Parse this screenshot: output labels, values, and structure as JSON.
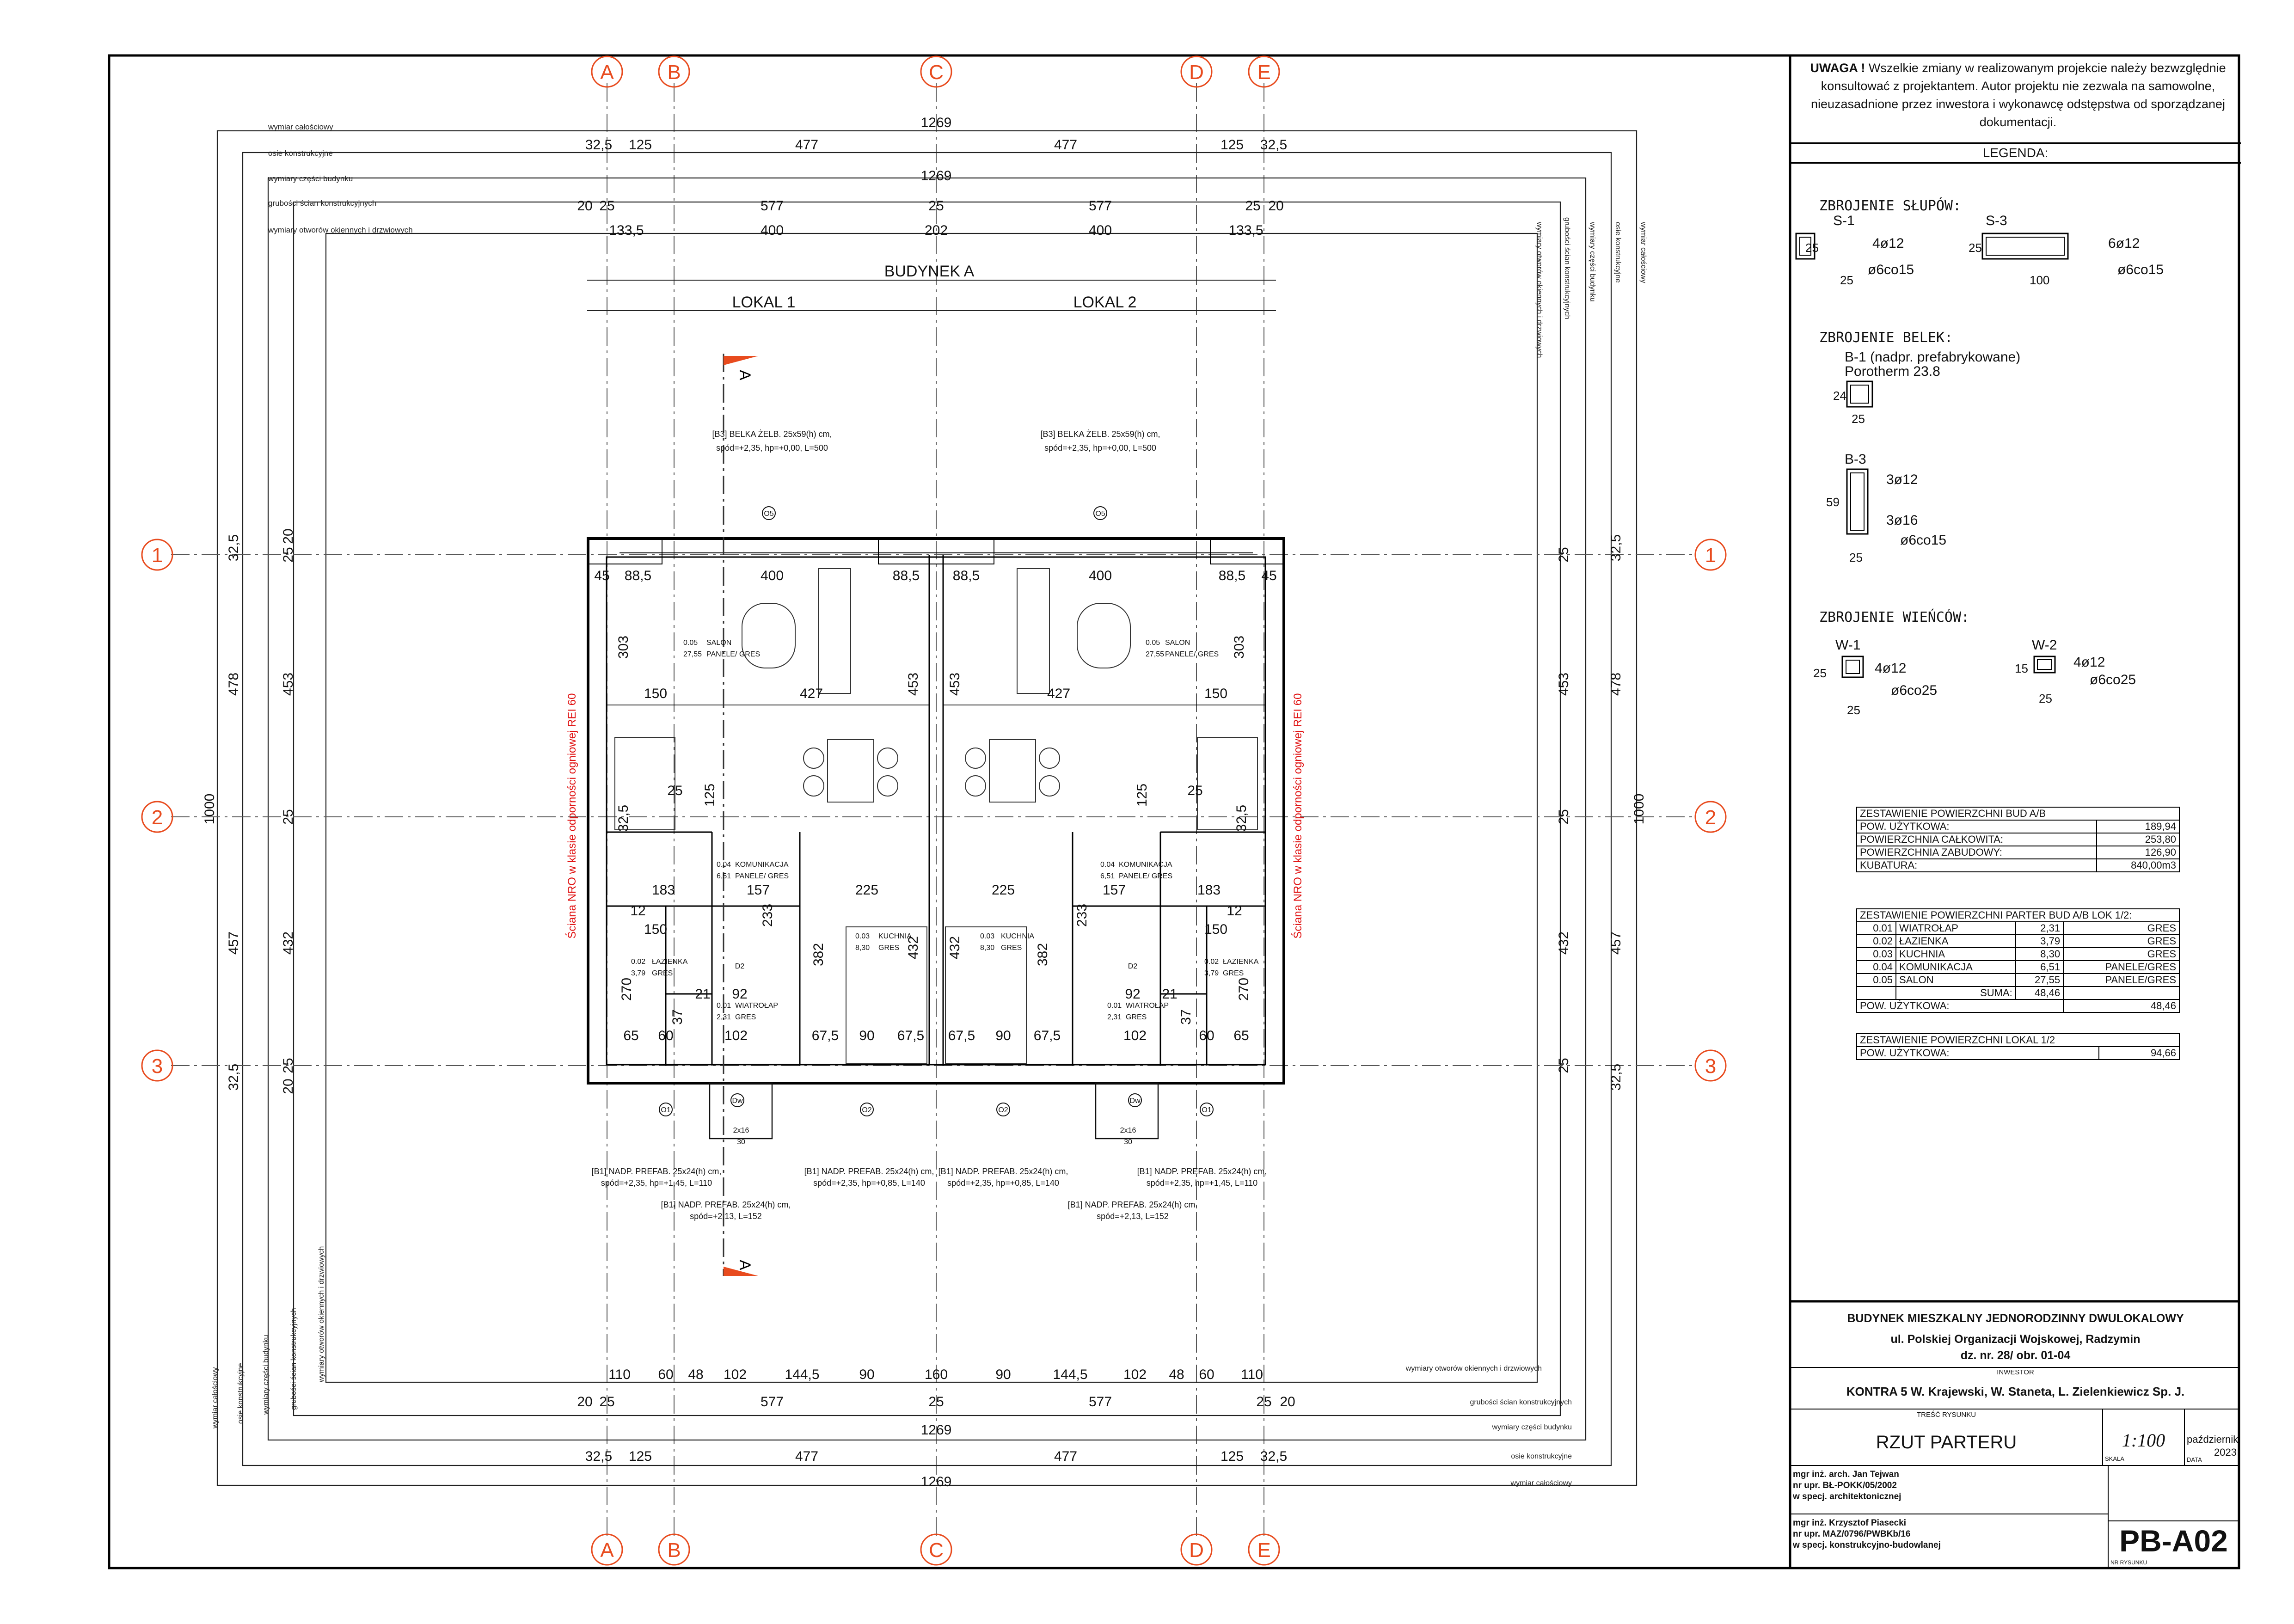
{
  "warning": {
    "prefix": "UWAGA !",
    "text": "Wszelkie zmiany w realizowanym projekcie należy bezwzględnie konsultować z projektantem. Autor projektu nie zezwala na samowolne, nieuzasadnione przez inwestora i wykonawcę odstępstwa od sporządzanej dokumentacji."
  },
  "legend_title": "LEGENDA:",
  "reinforcement": {
    "columns_title": "ZBROJENIE SŁUPÓW:",
    "s1": {
      "name": "S-1",
      "bars": "4ø12",
      "stirrup": "ø6co15",
      "dim_h": "25",
      "dim_w": "25"
    },
    "s3": {
      "name": "S-3",
      "bars": "6ø12",
      "stirrup": "ø6co15",
      "dim_h": "25",
      "dim_w": "100"
    },
    "beams_title": "ZBROJENIE BELEK:",
    "b1": {
      "name": "B-1 (nadpr. prefabrykowane)",
      "sub": "Porotherm 23.8",
      "dim_h": "24",
      "dim_w": "25"
    },
    "b3": {
      "name": "B-3",
      "top": "3ø12",
      "bottom": "3ø16",
      "stirrup": "ø6co15",
      "dim_h": "59",
      "dim_w": "25"
    },
    "rims_title": "ZBROJENIE WIEŃCÓW:",
    "w1": {
      "name": "W-1",
      "bars": "4ø12",
      "stirrup": "ø6co25",
      "dim_h": "25",
      "dim_w": "25"
    },
    "w2": {
      "name": "W-2",
      "bars": "4ø12",
      "stirrup": "ø6co25",
      "dim_h": "15",
      "dim_w": "25"
    }
  },
  "table_summary": {
    "title": "ZESTAWIENIE POWIERZCHNI  BUD A/B",
    "rows": [
      {
        "label": "POW. UŻYTKOWA:",
        "value": "189,94"
      },
      {
        "label": "POWIERZCHNIA CAŁKOWITA:",
        "value": "253,80"
      },
      {
        "label": "POWIERZCHNIA ZABUDOWY:",
        "value": "126,90"
      },
      {
        "label": "KUBATURA:",
        "value": "840,00m3"
      }
    ]
  },
  "table_rooms": {
    "title": "ZESTAWIENIE POWIERZCHNI PARTER BUD A/B LOK 1/2:",
    "rows": [
      {
        "no": "0.01",
        "name": "WIATROŁAP",
        "area": "2,31",
        "finish": "GRES"
      },
      {
        "no": "0.02",
        "name": "ŁAZIENKA",
        "area": "3,79",
        "finish": "GRES"
      },
      {
        "no": "0.03",
        "name": "KUCHNIA",
        "area": "8,30",
        "finish": "GRES"
      },
      {
        "no": "0.04",
        "name": "KOMUNIKACJA",
        "area": "6,51",
        "finish": "PANELE/GRES"
      },
      {
        "no": "0.05",
        "name": "SALON",
        "area": "27,55",
        "finish": "PANELE/GRES"
      }
    ],
    "sum_label": "SUMA:",
    "sum_value": "48,46",
    "usable_label": "POW. UŻYTKOWA:",
    "usable_value": "48,46"
  },
  "table_local": {
    "title": "ZESTAWIENIE POWIERZCHNI  LOKAL 1/2",
    "label": "POW. UŻYTKOWA:",
    "value": "94,66"
  },
  "titleblock": {
    "project": "BUDYNEK MIESZKALNY JEDNORODZINNY DWULOKALOWY",
    "address": "ul. Polskiej Organizacji Wojskowej, Radzymin",
    "plot": "dz. nr. 28/        obr. 01-04",
    "investor_label": "INWESTOR",
    "investor": "KONTRA 5  W. Krajewski, W. Staneta, L. Zielenkiewicz Sp. J.",
    "content_label": "TREŚĆ RYSUNKU",
    "content": "RZUT PARTERU",
    "scale": "1:100",
    "scale_label": "SKALA",
    "date": "październik 2023",
    "date_label": "DATA",
    "architect": [
      "mgr inż. arch. Jan Tejwan",
      "nr upr. BŁ-POKK/05/2002",
      "w specj. architektonicznej"
    ],
    "engineer": [
      "mgr inż. Krzysztof Piasecki",
      "nr upr. MAZ/0796/PWBKb/16",
      "w specj. konstrukcyjno-budowlanej"
    ],
    "drawing_no": "PB-A02",
    "drawing_no_label": "NR RYSUNKU"
  },
  "plan": {
    "axes_letters": [
      "A",
      "B",
      "C",
      "D",
      "E"
    ],
    "axes_numbers": [
      "1",
      "2",
      "3"
    ],
    "building": "BUDYNEK A",
    "lokal1": "LOKAL 1",
    "lokal2": "LOKAL 2",
    "section": "A",
    "fire_wall": "Ściana NRO w klasie odporności ogniowej REI 60",
    "dim_labels": {
      "overall": "wymiar całościowy",
      "axes": "osie konstrukcyjne",
      "parts": "wymiary części budynku",
      "walls": "grubości ścian konstrukcyjnych",
      "openings": "wymiary otworów okiennych i drzwiowych"
    },
    "top_dims": {
      "overall": "1269",
      "axes": [
        "32,5",
        "125",
        "477",
        "477",
        "125",
        "32,5"
      ],
      "parts": "1269",
      "walls": [
        "20",
        "25",
        "577",
        "25",
        "577",
        "25",
        "20"
      ],
      "openings": [
        "133,5",
        "400",
        "202",
        "400",
        "133,5"
      ]
    },
    "bottom_dims": {
      "openings": [
        "110",
        "60",
        "48",
        "102",
        "144,5",
        "90",
        "160",
        "90",
        "144,5",
        "102",
        "48",
        "60",
        "110"
      ],
      "walls": [
        "20",
        "25",
        "577",
        "25",
        "577",
        "25",
        "20"
      ],
      "parts": "1269",
      "axes": [
        "32,5",
        "125",
        "477",
        "477",
        "125",
        "32,5"
      ],
      "overall": "1269"
    },
    "side_dims": {
      "overall": "1000",
      "axes": [
        "32,5",
        "478",
        "457",
        "32,5"
      ],
      "walls": [
        "25",
        "20",
        "453",
        "25",
        "432",
        "25",
        "20"
      ]
    },
    "beam_b3": [
      "[B3] BELKA ŻELB. 25x59(h) cm,",
      "spód=+2,35, hp=+0,00, L=500"
    ],
    "lintels": [
      [
        "[B1] NADP.  PREFAB. 25x24(h) cm,",
        "spód=+2,35, hp=+1,45, L=110"
      ],
      [
        "[B1] NADP.  PREFAB. 25x24(h) cm,",
        "spód=+2,13, L=152"
      ],
      [
        "[B1] NADP.  PREFAB. 25x24(h) cm,",
        "spód=+2,35, hp=+0,85, L=140"
      ]
    ],
    "rooms": {
      "salon": [
        "0.05",
        "SALON",
        "27,55",
        "PANELE/ GRES"
      ],
      "kom": [
        "0.04",
        "KOMUNIKACJA",
        "6,51",
        "PANELE/ GRES"
      ],
      "kuch": [
        "0.03",
        "KUCHNIA",
        "8,30",
        "GRES"
      ],
      "laz": [
        "0.02",
        "ŁAZIENKA",
        "3,79",
        "GRES"
      ],
      "wiat": [
        "0.01",
        "WIATROŁAP",
        "2,31",
        "GRES"
      ]
    },
    "inner_dims": [
      "45",
      "88,5",
      "400",
      "88,5",
      "45",
      "303",
      "150",
      "427",
      "453",
      "125",
      "157",
      "225",
      "233",
      "382",
      "432",
      "150",
      "92",
      "102",
      "65",
      "67,5",
      "90",
      "270",
      "25",
      "32,5",
      "183",
      "12",
      "21",
      "37",
      "60"
    ],
    "marks": [
      "O1",
      "O2",
      "O5",
      "Dw",
      "D2",
      "2x16",
      "30"
    ]
  }
}
